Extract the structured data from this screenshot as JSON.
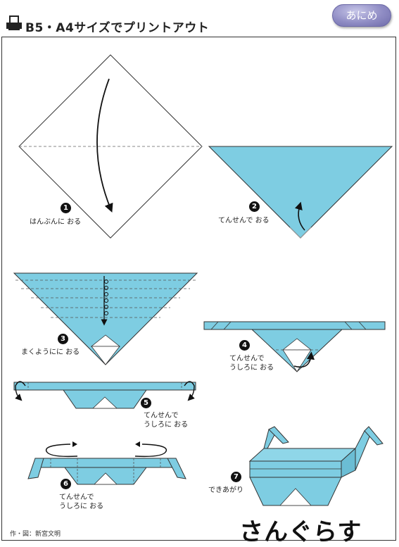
{
  "header": {
    "title": "B5・A4サイズでプリントアウト",
    "anime_button_label": "あにめ"
  },
  "steps": [
    {
      "number": "1",
      "caption": "はんぶんに おる"
    },
    {
      "number": "2",
      "caption": "てんせんで おる"
    },
    {
      "number": "3",
      "caption": "まくようにに おる"
    },
    {
      "number": "4",
      "caption": "てんせんで\nうしろに おる"
    },
    {
      "number": "5",
      "caption": "てんせんで\nうしろに おる"
    },
    {
      "number": "6",
      "caption": "てんせんで\nうしろに おる"
    },
    {
      "number": "7",
      "caption": "できあがり"
    }
  ],
  "footer": {
    "credit": "作・図：新宮文明",
    "title": "さんぐらす"
  },
  "colors": {
    "paper_blue": "#7ecde2",
    "paper_white": "#ffffff",
    "outline": "#333333",
    "button": "#8f8cc4"
  },
  "icons": [
    "printer-icon",
    "fold-arrow-icon",
    "pleat-fold-icon",
    "step-number-badge"
  ]
}
